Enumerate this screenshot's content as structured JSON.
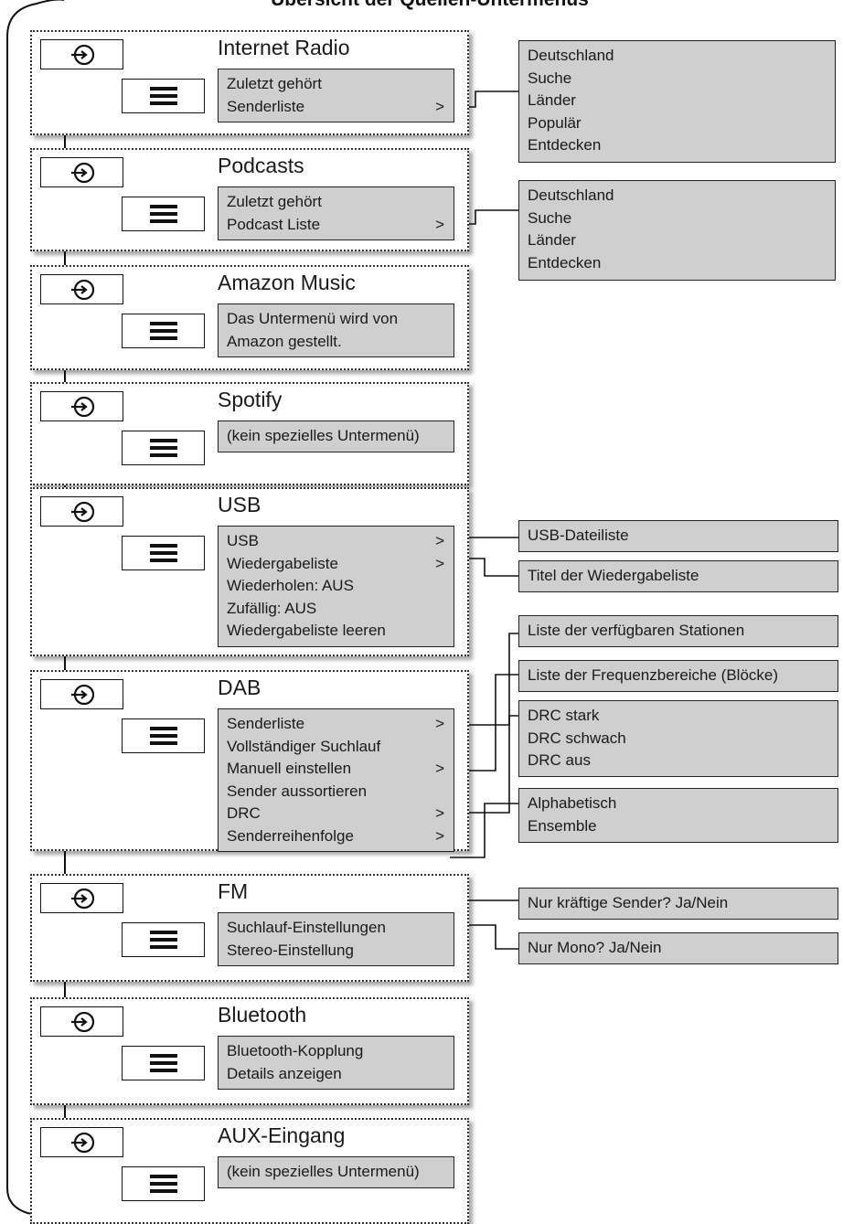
{
  "title": "Übersicht der Quellen-Untermenüs",
  "icons": {
    "source": "source-input-icon",
    "menu": "menu-hamburger-icon"
  },
  "sources": [
    {
      "name": "Internet Radio",
      "items": [
        {
          "label": "Zuletzt gehört",
          "arrow": ""
        },
        {
          "label": "Senderliste",
          "arrow": ">"
        }
      ]
    },
    {
      "name": "Podcasts",
      "items": [
        {
          "label": "Zuletzt gehört",
          "arrow": ""
        },
        {
          "label": "Podcast Liste",
          "arrow": ">"
        }
      ]
    },
    {
      "name": "Amazon Music",
      "items": [
        {
          "label": "Das Untermenü wird von",
          "arrow": ""
        },
        {
          "label": "Amazon gestellt.",
          "arrow": ""
        }
      ]
    },
    {
      "name": "Spotify",
      "items": [
        {
          "label": "(kein spezielles Untermenü)",
          "arrow": ""
        }
      ]
    },
    {
      "name": "USB",
      "items": [
        {
          "label": "USB",
          "arrow": ">"
        },
        {
          "label": "Wiedergabeliste",
          "arrow": ">"
        },
        {
          "label": "Wiederholen: AUS",
          "arrow": ""
        },
        {
          "label": "Zufällig: AUS",
          "arrow": ""
        },
        {
          "label": "Wiedergabeliste leeren",
          "arrow": ""
        }
      ]
    },
    {
      "name": "DAB",
      "items": [
        {
          "label": "Senderliste",
          "arrow": ">"
        },
        {
          "label": "Vollständiger Suchlauf",
          "arrow": ""
        },
        {
          "label": "Manuell einstellen",
          "arrow": ">"
        },
        {
          "label": "Sender aussortieren",
          "arrow": ""
        },
        {
          "label": "DRC",
          "arrow": ">"
        },
        {
          "label": "Senderreihenfolge",
          "arrow": ">"
        }
      ]
    },
    {
      "name": "FM",
      "items": [
        {
          "label": "Suchlauf-Einstellungen",
          "arrow": ""
        },
        {
          "label": "Stereo-Einstellung",
          "arrow": ""
        }
      ]
    },
    {
      "name": "Bluetooth",
      "items": [
        {
          "label": "Bluetooth-Kopplung",
          "arrow": ""
        },
        {
          "label": "Details anzeigen",
          "arrow": ""
        }
      ]
    },
    {
      "name": "AUX-Eingang",
      "items": [
        {
          "label": "(kein spezielles Untermenü)",
          "arrow": ""
        }
      ]
    }
  ],
  "submenus": [
    {
      "items": [
        "Deutschland",
        "Suche",
        "Länder",
        "Populär",
        "Entdecken"
      ]
    },
    {
      "items": [
        "Deutschland",
        "Suche",
        "Länder",
        "Entdecken"
      ]
    },
    {
      "items": [
        "USB-Dateiliste"
      ]
    },
    {
      "items": [
        "Titel der Wiedergabeliste"
      ]
    },
    {
      "items": [
        "Liste der verfügbaren Stationen"
      ]
    },
    {
      "items": [
        "Liste der Frequenzbereiche (Blöcke)"
      ]
    },
    {
      "items": [
        "DRC stark",
        "DRC schwach",
        "DRC aus"
      ]
    },
    {
      "items": [
        "Alphabetisch",
        "Ensemble"
      ]
    },
    {
      "items": [
        "Nur kräftige Sender? Ja/Nein"
      ]
    },
    {
      "items": [
        "Nur Mono? Ja/Nein"
      ]
    }
  ]
}
